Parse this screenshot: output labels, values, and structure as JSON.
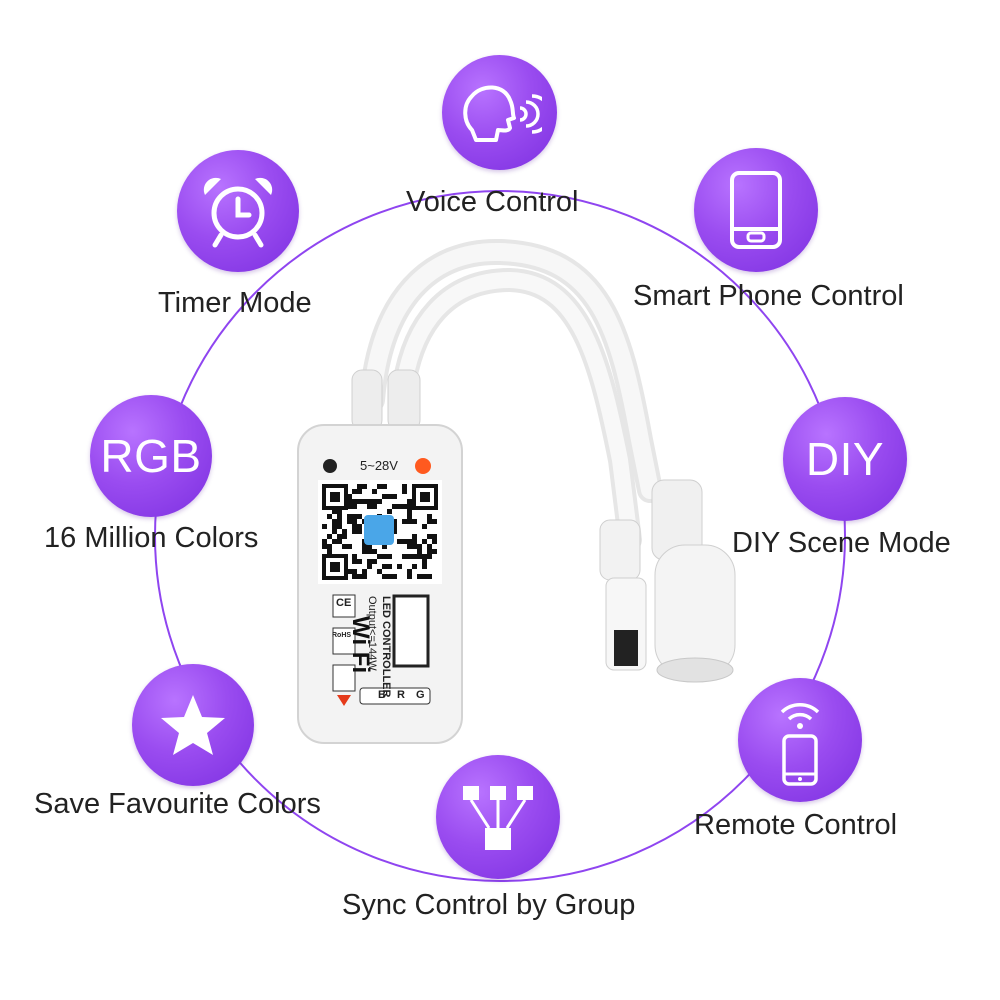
{
  "features": {
    "voice": {
      "label": "Voice Control",
      "icon": "voice-speaking-head-icon"
    },
    "phone": {
      "label": "Smart Phone Control",
      "icon": "smartphone-icon"
    },
    "diy": {
      "label": "DIY Scene Mode",
      "badge": "DIY"
    },
    "remote": {
      "label": "Remote Control",
      "icon": "remote-phone-wifi-icon"
    },
    "sync": {
      "label": "Sync Control by Group",
      "icon": "group-network-icon"
    },
    "favourite": {
      "label": "Save Favourite Colors",
      "icon": "star-icon"
    },
    "rgb": {
      "label": "16 Million Colors",
      "badge": "RGB"
    },
    "timer": {
      "label": "Timer Mode",
      "icon": "alarm-clock-icon"
    }
  },
  "device": {
    "voltage": "5~28V",
    "brand": "Wi Fi",
    "name": "LED CONTROLLER",
    "output": "Output<=144W",
    "pins": "B R G",
    "cert_ce": "CE",
    "cert_rohs": "RoHS"
  },
  "colors": {
    "accent": "#9a4cf0",
    "ring": "#8f45f0",
    "text": "#222222"
  }
}
